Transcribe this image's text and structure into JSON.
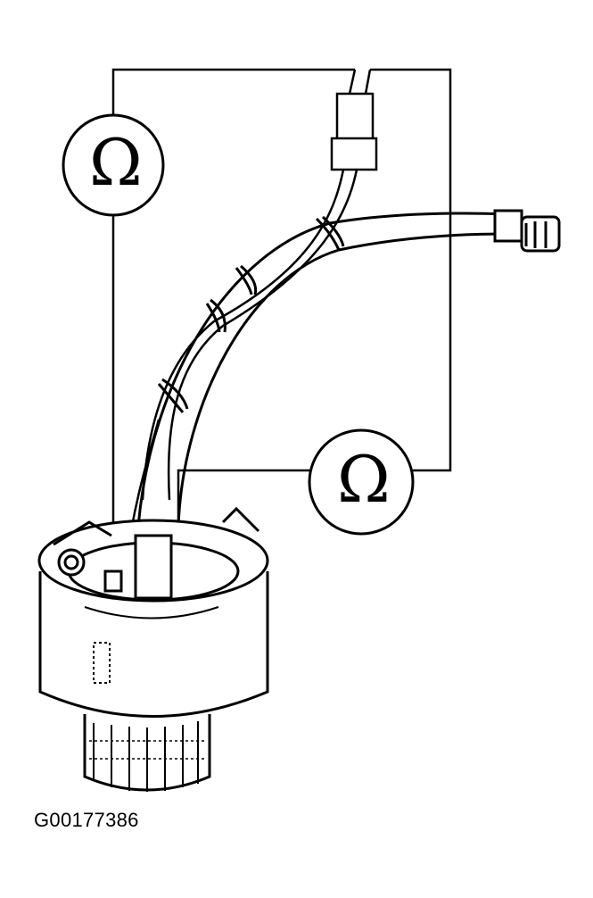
{
  "figure": {
    "caption": "G00177386",
    "meter_symbol_1": "Ω",
    "meter_symbol_2": "Ω",
    "line_color": "#000000",
    "background": "#ffffff"
  }
}
